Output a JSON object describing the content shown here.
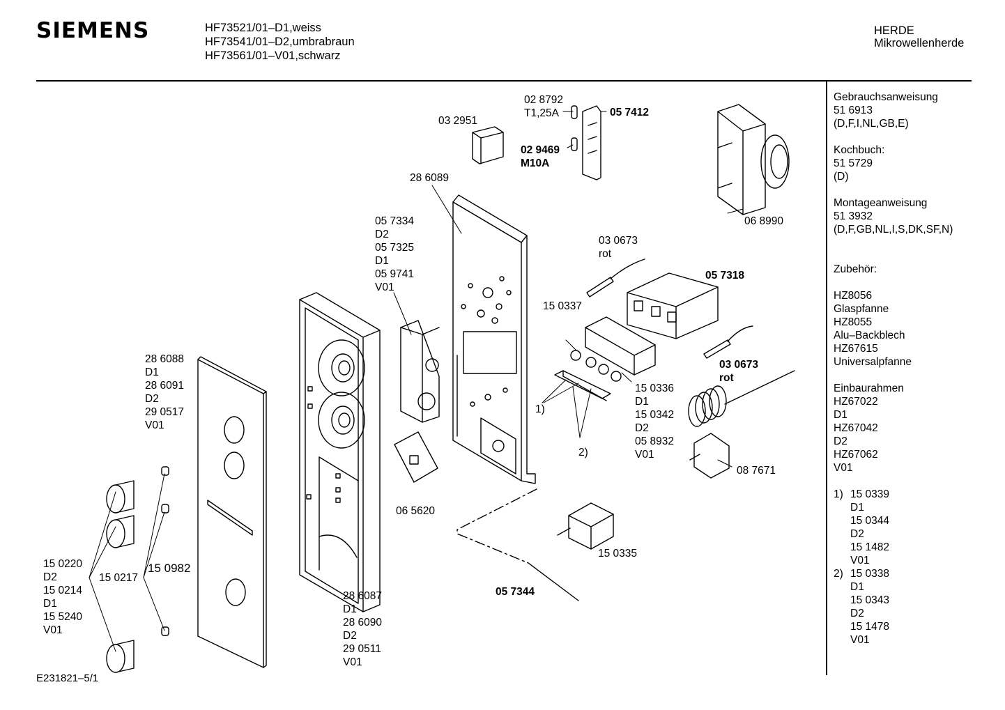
{
  "header": {
    "brand": "SIEMENS",
    "models": [
      "HF73521/01–D1,weiss",
      "HF73541/01–D2,umbrabraun",
      "HF73561/01–V01,schwarz"
    ],
    "category": "HERDE",
    "subcategory": "Mikrowellenherde"
  },
  "sidebar": {
    "blocks": [
      {
        "lines": [
          "Gebrauchsanweisung",
          "51 6913",
          "(D,F,I,NL,GB,E)"
        ]
      },
      {
        "lines": [
          "Kochbuch:",
          "51 5729",
          "(D)"
        ]
      },
      {
        "lines": [
          "Montageanweisung",
          "51 3932",
          "(D,F,GB,NL,I,S,DK,SF,N)"
        ]
      },
      {
        "lines": [
          "Zubehör:"
        ]
      },
      {
        "lines": [
          "HZ8056",
          "Glaspfanne",
          "HZ8055",
          "Alu–Backblech",
          "HZ67615",
          "Universalpfanne"
        ]
      },
      {
        "lines": [
          "Einbaurahmen",
          "HZ67022",
          "D1",
          "HZ67042",
          "D2",
          "HZ67062",
          "V01"
        ]
      }
    ],
    "notes": [
      {
        "num": "1)",
        "lines": [
          "15 0339",
          "D1",
          "15 0344",
          "D2",
          "15 1482",
          "V01"
        ]
      },
      {
        "num": "2)",
        "lines": [
          "15 0338",
          "D1",
          "15 0343",
          "D2",
          "15 1478",
          "V01"
        ]
      }
    ]
  },
  "labels": {
    "l_028792": [
      "02 8792",
      "T1,25A"
    ],
    "l_057412": [
      "05 7412"
    ],
    "l_032951": [
      "03 2951"
    ],
    "l_029469": [
      "02 9469",
      "M10A"
    ],
    "l_286089": [
      "28 6089"
    ],
    "l_068990": [
      "06 8990"
    ],
    "l_057334": [
      "05 7334",
      "D2",
      "05 7325",
      "D1",
      "05 9741",
      "V01"
    ],
    "l_030673a": [
      "03 0673",
      "rot"
    ],
    "l_057318": [
      "05 7318"
    ],
    "l_150337": [
      "15 0337"
    ],
    "l_030673b": [
      "03 0673",
      "rot"
    ],
    "l_150336": [
      "15 0336",
      "D1",
      "15 0342",
      "D2",
      "05 8932",
      "V01"
    ],
    "l_1": [
      "1)"
    ],
    "l_2": [
      "2)"
    ],
    "l_087671": [
      "08 7671"
    ],
    "l_286088": [
      "28 6088",
      "D1",
      "28 6091",
      "D2",
      "29 0517",
      "V01"
    ],
    "l_065620": [
      "06 5620"
    ],
    "l_150335": [
      "15 0335"
    ],
    "l_150220": [
      "15 0220",
      "D2",
      "15 0214",
      "D1",
      "15 5240",
      "V01"
    ],
    "l_150217": [
      "15 0217"
    ],
    "l_150982": [
      "15 0982"
    ],
    "l_286087": [
      "28 6087",
      "D1",
      "28 6090",
      "D2",
      "29 0511",
      "V01"
    ],
    "l_057344": [
      "05 7344"
    ]
  },
  "footer": {
    "code": "E231821–5/1"
  }
}
